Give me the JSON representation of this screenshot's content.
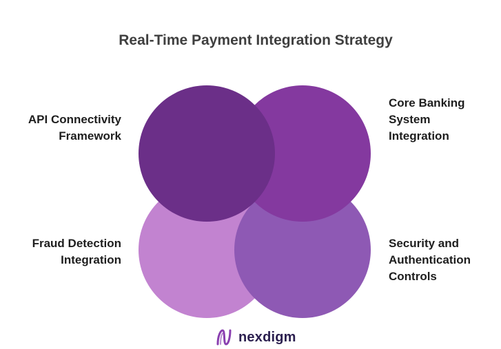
{
  "title": "Real-Time Payment Integration Strategy",
  "quadrants": [
    {
      "id": "top-left",
      "lines": [
        "API Connectivity",
        "Framework"
      ],
      "color": "#6b2f88"
    },
    {
      "id": "top-right",
      "lines": [
        "Core Banking",
        "System",
        "Integration"
      ],
      "color": "#84399f"
    },
    {
      "id": "bottom-left",
      "lines": [
        "Fraud Detection",
        "Integration"
      ],
      "color": "#c283d0"
    },
    {
      "id": "bottom-right",
      "lines": [
        "Security and",
        "Authentication",
        "Controls"
      ],
      "color": "#8e59b4"
    }
  ],
  "logo": {
    "text": "nexdigm",
    "icon": "nexdigm-wave-icon",
    "accent": "#8a3fb0"
  }
}
